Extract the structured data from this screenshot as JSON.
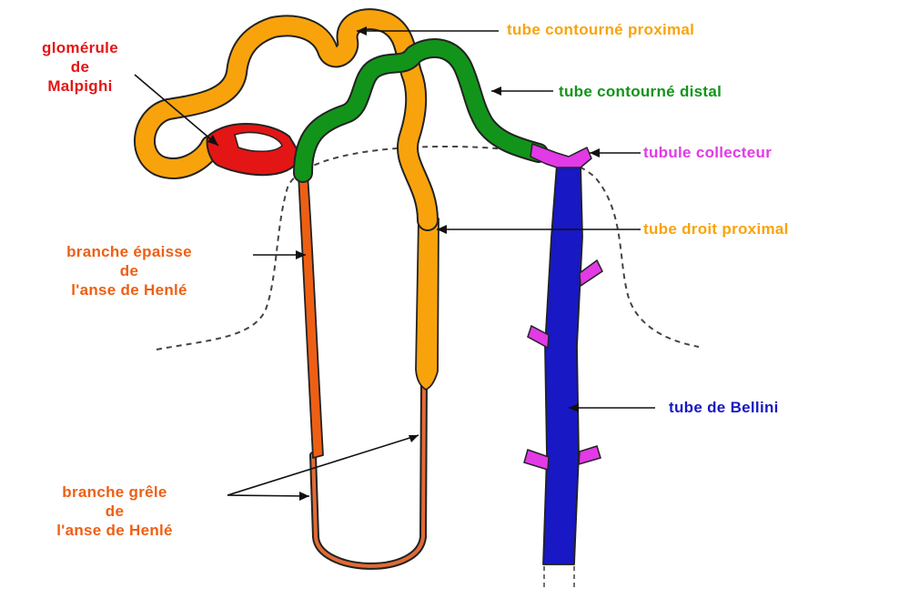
{
  "colors": {
    "proximal": "#f9a30c",
    "distal": "#12941a",
    "glomerule": "#e41515",
    "collecteur": "#e23ae6",
    "bellini": "#1818c4",
    "henle_thick": "#ee5f14",
    "henle_thin": "#e26a35",
    "outline": "#222222",
    "pointer": "#111111",
    "dashed": "#444444"
  },
  "labels": {
    "glomerule": [
      "glomérule",
      "de",
      "Malpighi"
    ],
    "tube_proximal": "tube contourné proximal",
    "tube_distal": "tube contourné distal",
    "tubule_collecteur": "tubule collecteur",
    "tube_droit_proximal": "tube droit proximal",
    "branche_epaisse": [
      "branche épaisse",
      "de",
      "l'anse de Henlé"
    ],
    "tube_bellini": "tube de Bellini",
    "branche_grele": [
      "branche grêle",
      "de",
      "l'anse de Henlé"
    ]
  }
}
